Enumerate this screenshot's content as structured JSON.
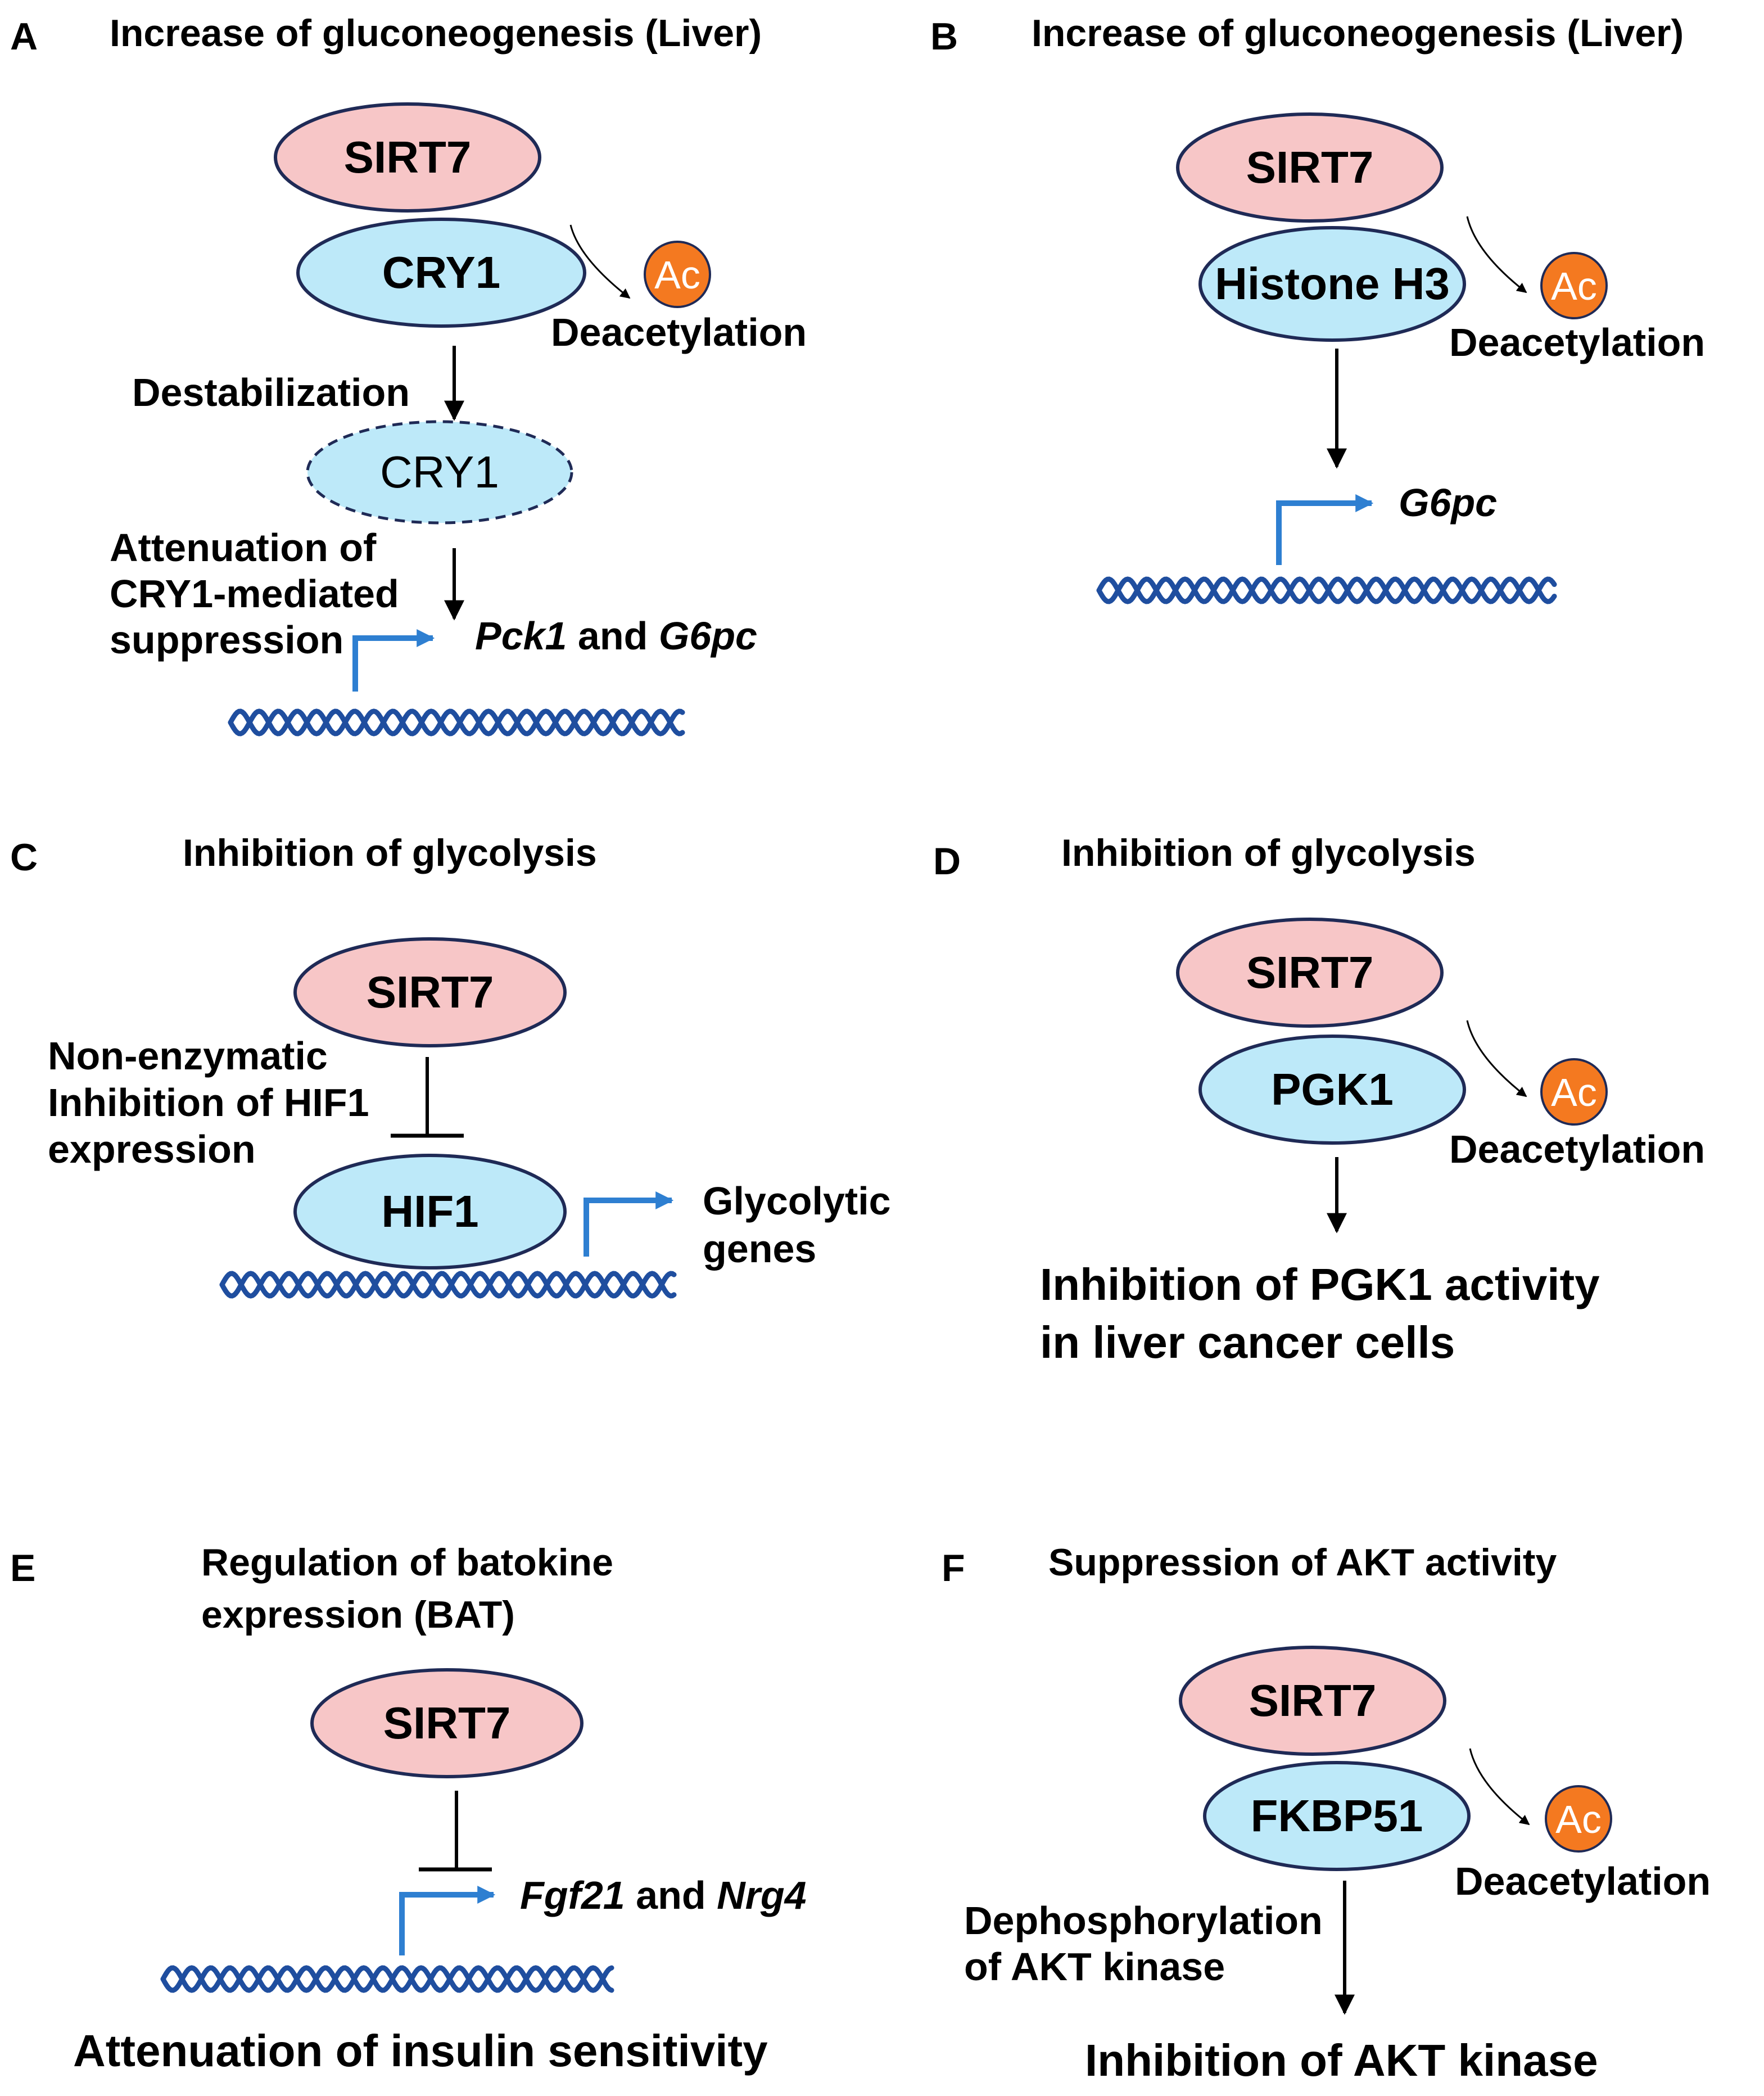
{
  "colors": {
    "sirt7_fill": "#f7c6c7",
    "partner_fill": "#bde9f9",
    "ac_fill": "#f47920",
    "outline": "#1f2a56",
    "dna": "#1f4e9f",
    "tss_arrow": "#2e7fd1"
  },
  "panels": {
    "A": {
      "letter": "A",
      "title": "Increase of gluconeogenesis (Liver)",
      "sirt7": "SIRT7",
      "partner": "CRY1",
      "ac": "Ac",
      "modification": "Deacetylation",
      "step_label": "Destabilization",
      "destabilized": "CRY1",
      "mechanism_lines": [
        "Attenuation of",
        "CRY1-mediated",
        "suppression"
      ],
      "gene_a": "Pck1",
      "gene_and": " and ",
      "gene_b": "G6pc"
    },
    "B": {
      "letter": "B",
      "title": "Increase of gluconeogenesis (Liver)",
      "sirt7": "SIRT7",
      "partner": "Histone H3",
      "ac": "Ac",
      "modification": "Deacetylation",
      "gene": "G6pc"
    },
    "C": {
      "letter": "C",
      "title": "Inhibition of glycolysis",
      "sirt7": "SIRT7",
      "mechanism_lines": [
        "Non-enzymatic",
        "Inhibition of HIF1",
        "expression"
      ],
      "target": "HIF1",
      "output_lines": [
        "Glycolytic",
        "genes"
      ]
    },
    "D": {
      "letter": "D",
      "title": "Inhibition of glycolysis",
      "sirt7": "SIRT7",
      "partner": "PGK1",
      "ac": "Ac",
      "modification": "Deacetylation",
      "outcome_lines": [
        "Inhibition of PGK1 activity",
        "in liver cancer cells"
      ]
    },
    "E": {
      "letter": "E",
      "title_lines": [
        "Regulation of batokine",
        "expression (BAT)"
      ],
      "sirt7": "SIRT7",
      "gene_a": "Fgf21",
      "gene_and": " and ",
      "gene_b": "Nrg4",
      "outcome": "Attenuation of insulin sensitivity"
    },
    "F": {
      "letter": "F",
      "title": "Suppression of AKT activity",
      "sirt7": "SIRT7",
      "partner": "FKBP51",
      "ac": "Ac",
      "modification": "Deacetylation",
      "mechanism_lines": [
        "Dephosphorylation",
        "of AKT kinase"
      ],
      "outcome": "Inhibition of AKT kinase"
    }
  }
}
